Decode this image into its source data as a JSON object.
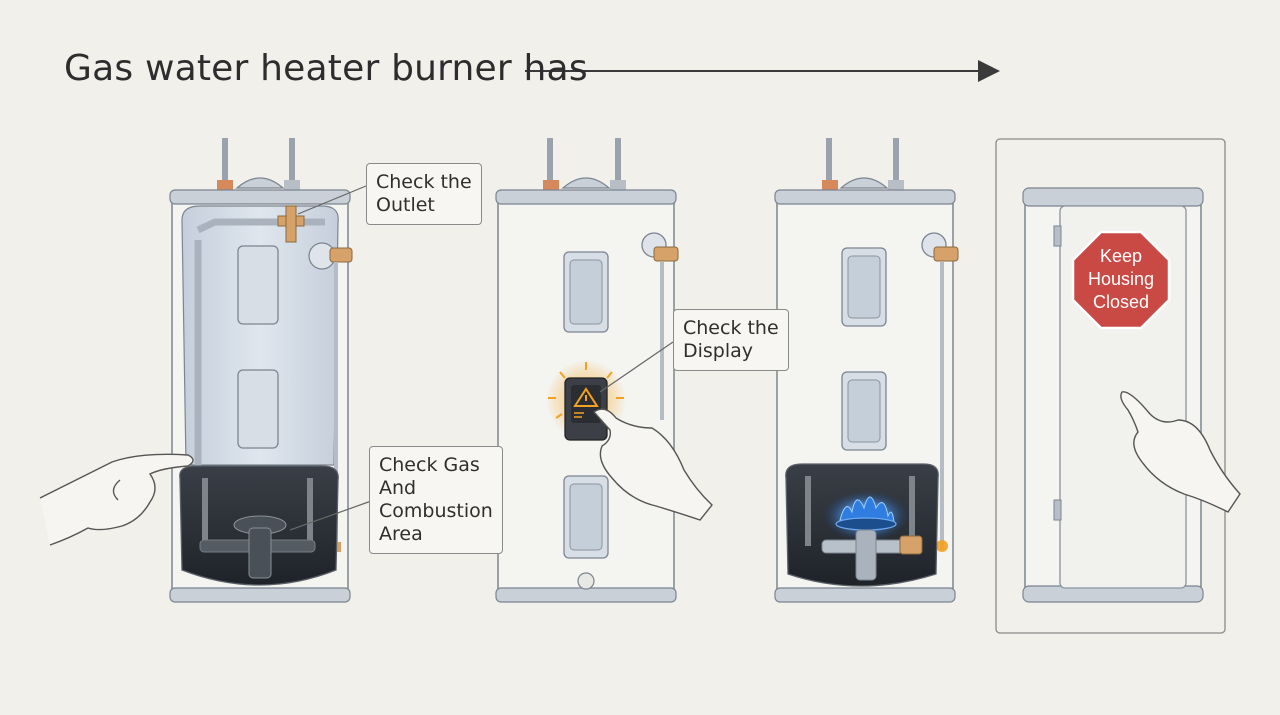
{
  "title": "Gas water heater burner has",
  "callouts": {
    "outlet": [
      "Check the",
      "Outlet"
    ],
    "display": [
      "Check the",
      "Display"
    ],
    "gas": [
      "Check Gas",
      "And",
      "Combustion",
      "Area"
    ]
  },
  "sign": [
    "Keep",
    "Housing",
    "Closed"
  ],
  "colors": {
    "background": "#f1f0eb",
    "tank": "#f4f4f1",
    "tank_band": "#c9d0d8",
    "stop_sign": "#c94a45",
    "flame": "#2f7de0",
    "warning": "#f4a020",
    "brass": "#d6a26a"
  },
  "steps": [
    "open-housing-panel",
    "control-display-panel",
    "burner-running-panel",
    "closed-housing-panel"
  ]
}
